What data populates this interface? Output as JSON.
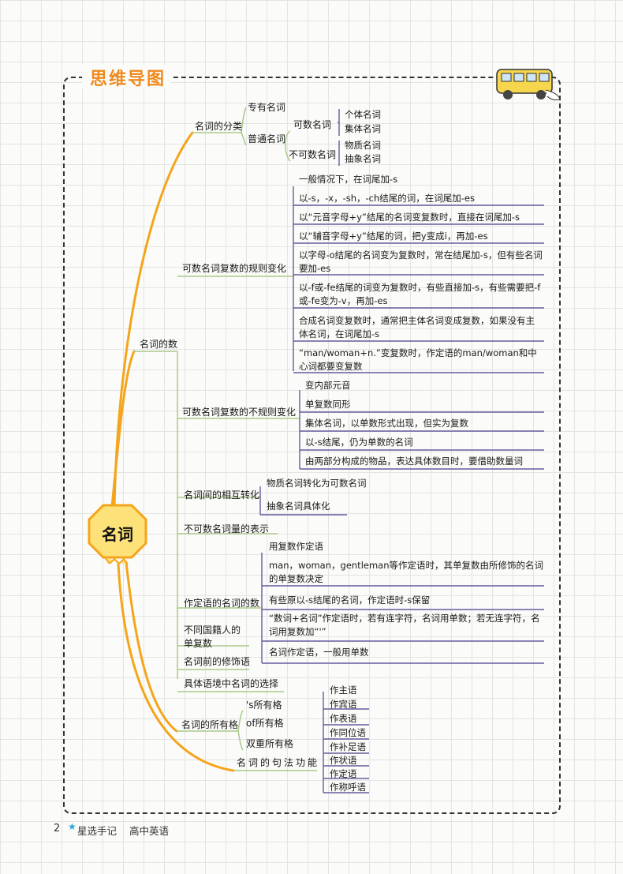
{
  "header": {
    "title": "思维导图"
  },
  "center": {
    "label": "名词"
  },
  "branches": {
    "classification": {
      "label": "名词的分类",
      "proper": "专有名词",
      "common": "普通名词",
      "countable": "可数名词",
      "uncountable": "不可数名词",
      "countable_items": [
        "个体名词",
        "集体名词"
      ],
      "uncountable_items": [
        "物质名词",
        "抽象名词"
      ]
    },
    "number": {
      "label": "名词的数",
      "regular": {
        "label": "可数名词复数的规则变化",
        "rules": [
          "一般情况下，在词尾加-s",
          "以-s，-x，-sh，-ch结尾的词，在词尾加-es",
          "以“元音字母+y”结尾的名词变复数时，直接在词尾加-s",
          "以“辅音字母+y”结尾的词，把y变成i，再加-es",
          "以字母-o结尾的名词变为复数时，常在结尾加-s，但有些名词要加-es",
          "以-f或-fe结尾的词变为复数时，有些直接加-s，有些需要把-f或-fe变为-v，再加-es",
          "合成名词变复数时，通常把主体名词变成复数，如果没有主体名词，在词尾加-s",
          "“man/woman+n.”变复数时，作定语的man/woman和中心词都要变复数"
        ]
      },
      "irregular": {
        "label": "可数名词复数的不规则变化",
        "rules": [
          "变内部元音",
          "单复数同形",
          "集体名词，以单数形式出现，但实为复数",
          "以-s结尾，仍为单数的名词",
          "由两部分构成的物品，表达具体数目时，要借助数量词"
        ]
      },
      "conversion": {
        "label": "名词间的相互转化",
        "items": [
          "物质名词转化为可数名词",
          "抽象名词具体化"
        ]
      },
      "uncountable_quantity": {
        "label": "不可数名词量的表示"
      },
      "attributive": {
        "label": "作定语的名词的数",
        "items": [
          "用复数作定语",
          "man，woman，gentleman等作定语时，其单复数由所修饰的名词的单复数决定",
          "有些原以-s结尾的名词，作定语时-s保留",
          "“数词+名词”作定语时，若有连字符，名词用单数；若无连字符，名词用复数加“'”",
          "名词作定语，一般用单数"
        ]
      },
      "compound_plural": {
        "label": "不同国籍人的单复数"
      },
      "modifiers": {
        "label": "名词前的修饰语"
      },
      "context_choice": {
        "label": "具体语境中名词的选择"
      }
    },
    "possessive": {
      "label": "名词的所有格",
      "items": [
        "'s所有格",
        "of所有格",
        "双重所有格"
      ]
    },
    "syntax": {
      "label": "名词的句法功能",
      "items": [
        "作主语",
        "作宾语",
        "作表语",
        "作同位语",
        "作补足语",
        "作状语",
        "作定语",
        "作称呼语"
      ]
    }
  },
  "footer": {
    "page": "2",
    "book": "星选手记",
    "subject": "高中英语"
  },
  "colors": {
    "orange": "#f4a51c",
    "green": "#a9c98a",
    "purple": "#6a5a9e",
    "title": "#f08a1c"
  }
}
